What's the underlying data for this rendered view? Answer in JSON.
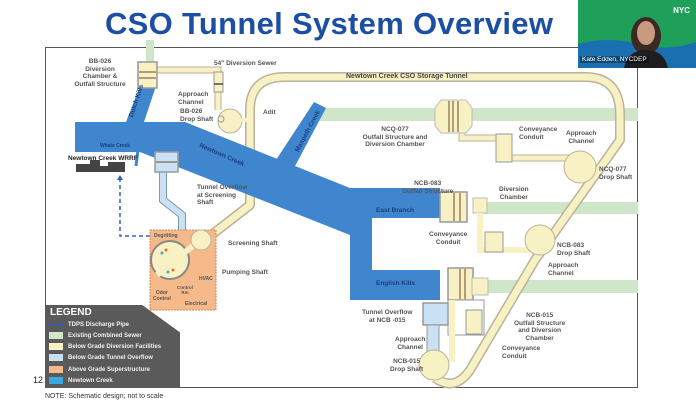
{
  "title": "CSO Tunnel System Overview",
  "video": {
    "presenter": "Kate Edden, NYCDEP",
    "logo": "NYC"
  },
  "labels": {
    "bb026_chamber": "BB-026\nDiversion\nChamber &\nOutfall Structure",
    "diversion_sewer": "54\" Diversion Sewer",
    "approach_channel_bb": "Approach\nChannel",
    "bb026_drop": "BB-026\nDrop Shaft",
    "adit": "Adit",
    "wrrf": "Newtown Creek WRRF",
    "whale_creek": "Whale Creek",
    "dutch_kills": "Dutch Kills",
    "newtown_creek": "Newtown Creek",
    "maspeth_creek": "Maspeth Creek",
    "tunnel_overflow_screening": "Tunnel Overflow\nat Screening\nShaft",
    "storage_tunnel": "Newtown Creek CSO Storage Tunnel",
    "ncq077_outfall": "NCQ-077\nOutfall Structure and\nDiversion Chamber",
    "conveyance_ncq": "Conveyance\nConduit",
    "approach_ncq": "Approach\nChannel",
    "ncq077_drop": "NCQ-077\nDrop Shaft",
    "ncb083_outfall": "NCB-083\nOutfall Structure",
    "diversion_chamber_083": "Diversion\nChamber",
    "east_branch": "East Branch",
    "conveyance_083": "Conveyance\nConduit",
    "ncb083_drop": "NCB-083\nDrop Shaft",
    "approach_083": "Approach\nChannel",
    "english_kills": "English Kills",
    "tunnel_overflow_015": "Tunnel Overflow\nat NCB -015",
    "ncb015_outfall": "NCB-015\nOutfall Structure\nand Diversion\nChamber",
    "approach_015": "Approach\nChannel",
    "conveyance_015": "Conveyance\nConduit",
    "ncb015_drop": "NCB-015\nDrop Shaft",
    "screening_shaft": "Screening Shaft",
    "pumping_shaft": "Pumping Shaft",
    "degritting": "Degritting",
    "hvac": "HVAC",
    "control_rm": "Control\nRm",
    "odor_control": "Odor\nControl",
    "electrical": "Electrical"
  },
  "legend": {
    "title": "LEGEND",
    "items": [
      {
        "label": "TDPS Discharge Pipe",
        "color": "#2a62c4"
      },
      {
        "label": "Existing Combined Sewer",
        "color": "#cfe6c8"
      },
      {
        "label": "Below Grade Diversion Facilities",
        "color": "#f8f1c4"
      },
      {
        "label": "Below Grade Tunnel Overflow",
        "color": "#c9e1f2"
      },
      {
        "label": "Above Grade Superstructure",
        "color": "#f5b98a"
      },
      {
        "label": "Newtown Creek",
        "color": "#3aa8e0"
      }
    ]
  },
  "colors": {
    "creek": "#3f86cf",
    "sewer": "#cfe6c8",
    "facility": "#f8f1c4",
    "overflow": "#c9e1f2",
    "superstructure": "#f5b98a",
    "title": "#1c4fa3"
  },
  "page_number": "12",
  "note": "NOTE: Schematic design; not to scale"
}
